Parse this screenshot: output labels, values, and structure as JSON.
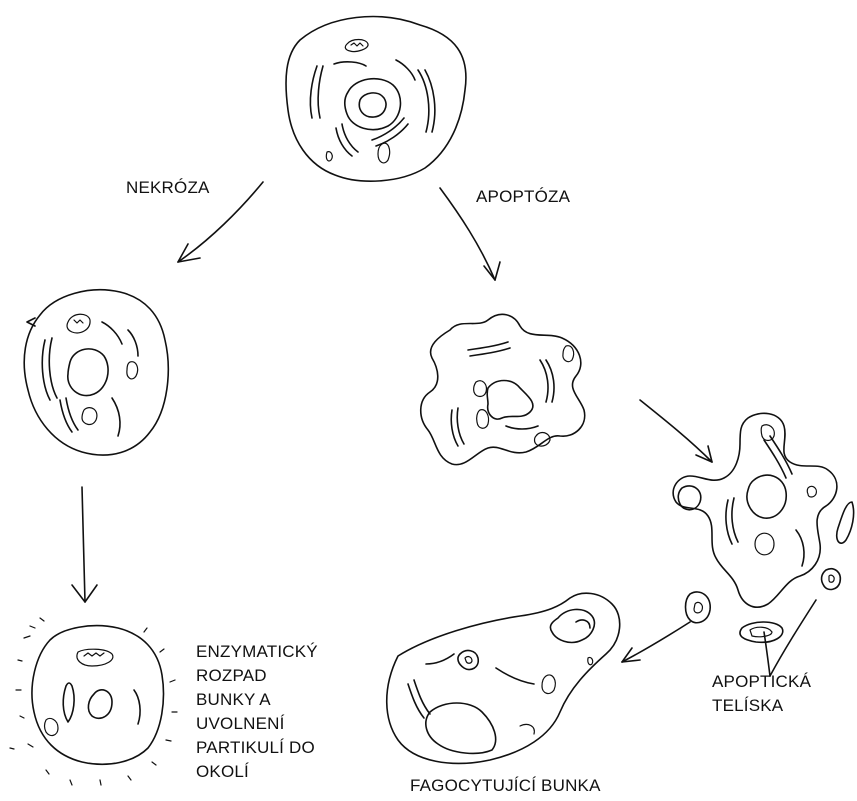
{
  "diagram": {
    "labels": {
      "necrosis": "NEKRÓZA",
      "apoptosis": "APOPTÓZA",
      "necrosis_outcome": [
        "ENZYMATICKÝ",
        "ROZPAD",
        "BUNKY A",
        "UVOLNENÍ",
        "PARTIKULÍ DO",
        "OKOLÍ"
      ],
      "apoptotic_bodies": [
        "APOPTICKÁ",
        "TELÍSKA"
      ],
      "phagocyte": "FAGOCYTUJÍCÍ BUNKA"
    },
    "colors": {
      "ink": "#111111",
      "background": "#ffffff"
    }
  }
}
